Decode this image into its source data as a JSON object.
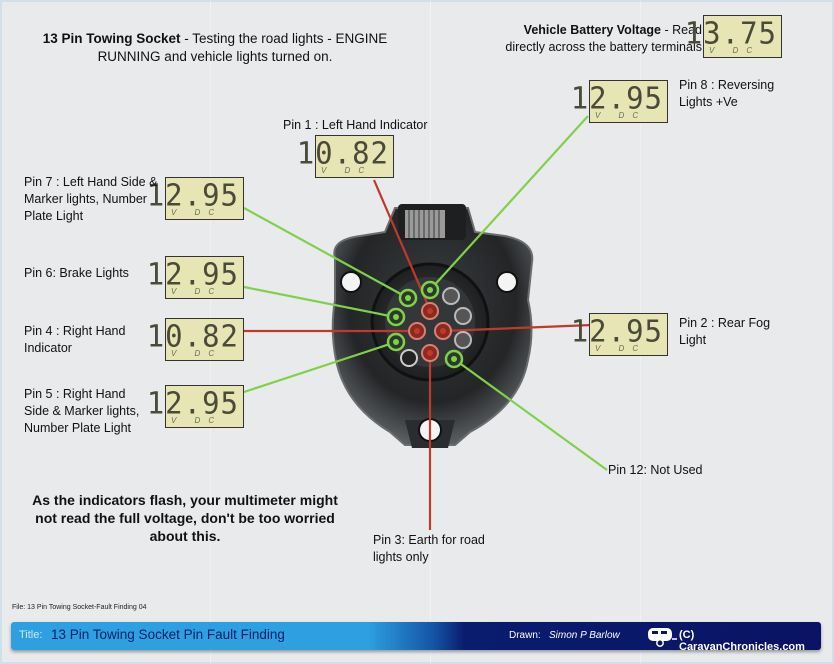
{
  "heading": {
    "bold": "13 Pin Towing Socket",
    "rest": " - Testing the road lights - ENGINE RUNNING and vehicle lights turned on."
  },
  "battery": {
    "label_bold": "Vehicle Battery Voltage",
    "label_rest": " - Read",
    "label_line2": "directly across the battery terminals",
    "reading": "13.75",
    "unit": "V DC"
  },
  "pins": [
    {
      "id": "pin8",
      "label_line1": "Pin 8 : Reversing",
      "label_line2": "Lights +Ve",
      "reading": "12.95",
      "wire_color": "#7fd14a"
    },
    {
      "id": "pin1",
      "label_line1": "Pin 1 : Left Hand Indicator",
      "label_line2": "",
      "reading": "10.82",
      "wire_color": "#c0392b"
    },
    {
      "id": "pin7",
      "label_line1": "Pin 7 : Left Hand Side &",
      "label_line2": "Marker lights, Number",
      "label_line3": "Plate Light",
      "reading": "12.95",
      "wire_color": "#7fd14a"
    },
    {
      "id": "pin6",
      "label_line1": "Pin 6: Brake Lights",
      "reading": "12.95",
      "wire_color": "#7fd14a"
    },
    {
      "id": "pin4",
      "label_line1": "Pin 4 : Right Hand",
      "label_line2": "Indicator",
      "reading": "10.82",
      "wire_color": "#c0392b"
    },
    {
      "id": "pin5",
      "label_line1": "Pin 5 : Right Hand",
      "label_line2": "Side & Marker lights,",
      "label_line3": "Number Plate Light",
      "reading": "12.95",
      "wire_color": "#7fd14a"
    },
    {
      "id": "pin2",
      "label_line1": "Pin 2 : Rear Fog",
      "label_line2": "Light",
      "reading": "12.95",
      "wire_color": "#c0392b"
    },
    {
      "id": "pin12",
      "label_line1": "Pin 12: Not Used",
      "wire_color": "#7fd14a"
    },
    {
      "id": "pin3",
      "label_line1": "Pin 3: Earth for road",
      "label_line2": "lights only",
      "wire_color": "#c0392b"
    }
  ],
  "lcd_unit": "V DC",
  "note": "As the indicators flash, your multimeter might not read the full voltage, don't be too worried about this.",
  "file_label": "File: 13 Pin Towing Socket-Fault Finding 04",
  "footer": {
    "title_label": "Title:",
    "title_value": "13 Pin Towing Socket Pin Fault Finding",
    "drawn_label": "Drawn:",
    "drawn_value": "Simon P Barlow",
    "copyright": "(C) CaravanChronicles.com",
    "logo_icon": "caravan-icon"
  },
  "colors": {
    "live_wire": "#7fd14a",
    "indicator_wire": "#c0392b",
    "lcd_bg": "#e6e5b3",
    "footer_blue": "#2ea0e2",
    "footer_navy": "#0a1364"
  }
}
